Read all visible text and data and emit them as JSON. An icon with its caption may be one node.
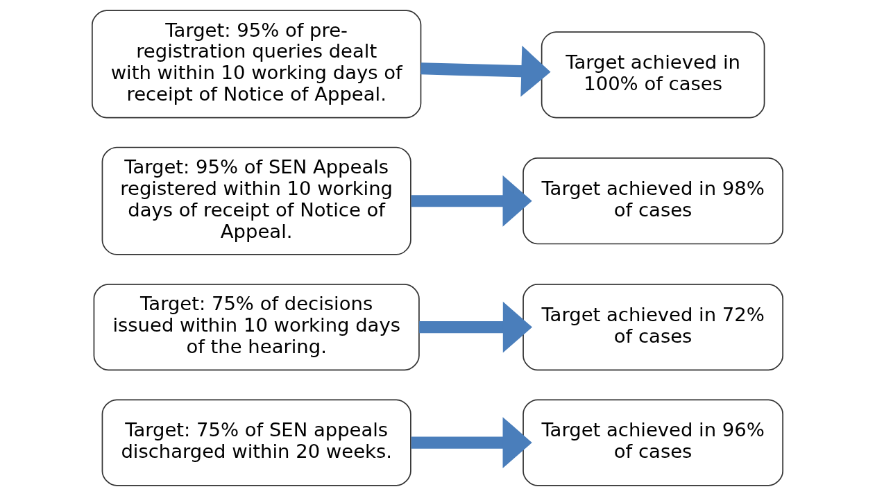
{
  "diagram": {
    "nodes": [
      {
        "text": [
          "Target: 95% of pre-registration queries dealt with within 10 working days of receipt of Notice of Appeal."
        ]
      },
      {
        "text": [
          "Target achieved in 100% of cases"
        ]
      },
      {
        "text": [
          "Target: 95% of SEN Appeals registered within 10 working days of receipt of Notice of Appeal."
        ]
      },
      {
        "text": [
          "Target achieved in 98% of cases"
        ]
      },
      {
        "text": [
          "Target: 75% of decisions issued within 10 working days of the hearing."
        ]
      },
      {
        "text": [
          "Target achieved in 72% of cases"
        ]
      },
      {
        "text": [
          "Target: 75% of SEN appeals discharged within 20 weeks."
        ]
      },
      {
        "text": [
          "Target achieved in 96% of cases"
        ]
      }
    ],
    "edges": [
      {
        "from": 0,
        "to": 1,
        "arrow": "to"
      },
      {
        "from": 2,
        "to": 3,
        "arrow": "to"
      },
      {
        "from": 4,
        "to": 5,
        "arrow": "to"
      },
      {
        "from": 6,
        "to": 7,
        "arrow": "to"
      }
    ]
  }
}
